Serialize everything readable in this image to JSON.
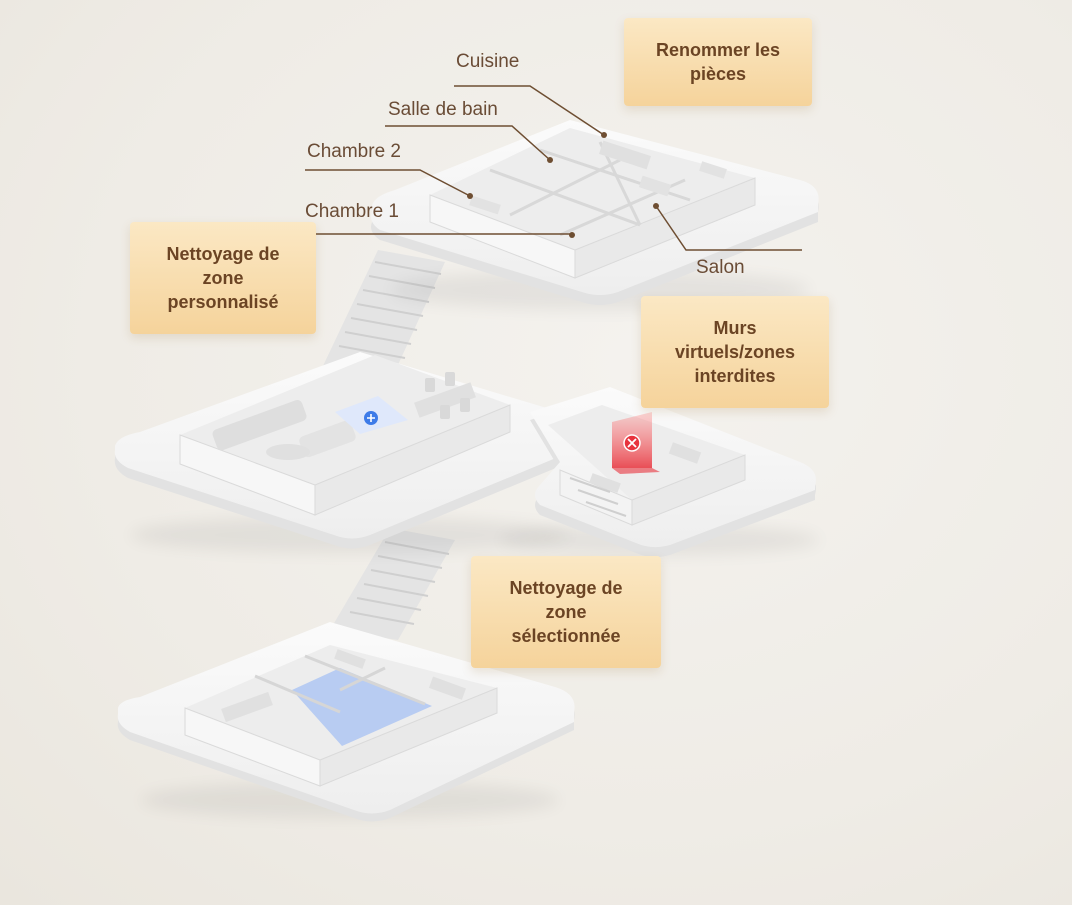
{
  "callouts": {
    "rename_rooms": "Renommer les\npièces",
    "custom_zone": "Nettoyage de\nzone\npersonnalisé",
    "virtual_walls": "Murs\nvirtuels/zones\ninterdites",
    "selected_zone": "Nettoyage de\nzone\nsélectionnée"
  },
  "rooms": {
    "kitchen": "Cuisine",
    "bathroom": "Salle de bain",
    "bedroom2": "Chambre 2",
    "bedroom1": "Chambre 1",
    "living": "Salon"
  },
  "colors": {
    "callout_text": "#6b4424",
    "leader_line": "#6e4e32",
    "platform": "#f3f3f3",
    "selected_zone": "#aec6f2",
    "no_go_zone": "#e8323c",
    "robot_marker": "#3d7be8"
  },
  "icons": {
    "robot_marker": "move-arrows-icon",
    "no_go_marker": "close-x-icon"
  }
}
